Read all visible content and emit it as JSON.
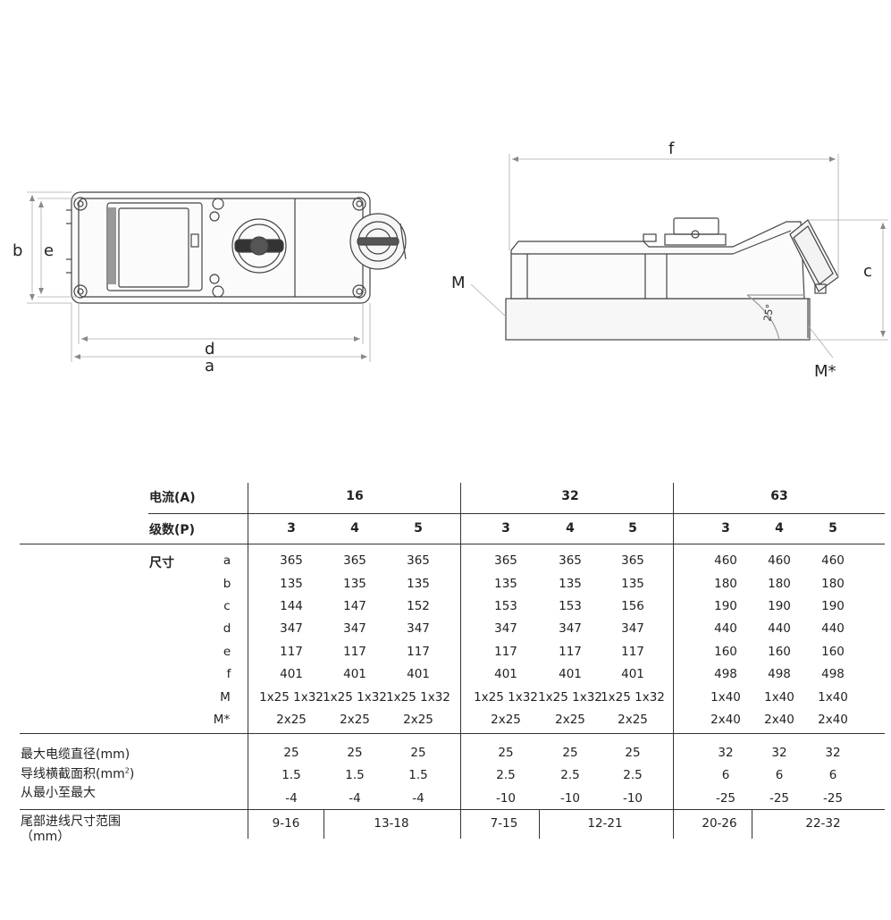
{
  "front_view": {
    "dim_labels": {
      "b": "b",
      "e": "e",
      "d": "d",
      "a": "a"
    }
  },
  "side_view": {
    "dim_labels": {
      "f": "f",
      "c": "c",
      "M": "M",
      "Mstar": "M*",
      "angle": "25°"
    }
  },
  "table": {
    "header": {
      "current_label": "电流(A)",
      "poles_label": "级数(P)",
      "groups": [
        "16",
        "32",
        "63"
      ],
      "poles": [
        "3",
        "4",
        "5",
        "3",
        "4",
        "5",
        "3",
        "4",
        "5"
      ]
    },
    "dimension_label": "尺寸",
    "dim_rows": [
      {
        "key": "a",
        "values": [
          "365",
          "365",
          "365",
          "365",
          "365",
          "365",
          "460",
          "460",
          "460"
        ]
      },
      {
        "key": "b",
        "values": [
          "135",
          "135",
          "135",
          "135",
          "135",
          "135",
          "180",
          "180",
          "180"
        ]
      },
      {
        "key": "c",
        "values": [
          "144",
          "147",
          "152",
          "153",
          "153",
          "156",
          "190",
          "190",
          "190"
        ]
      },
      {
        "key": "d",
        "values": [
          "347",
          "347",
          "347",
          "347",
          "347",
          "347",
          "440",
          "440",
          "440"
        ]
      },
      {
        "key": "e",
        "values": [
          "117",
          "117",
          "117",
          "117",
          "117",
          "117",
          "160",
          "160",
          "160"
        ]
      },
      {
        "key": "f",
        "values": [
          "401",
          "401",
          "401",
          "401",
          "401",
          "401",
          "498",
          "498",
          "498"
        ]
      },
      {
        "key": "M",
        "values": [
          "1x25 1x32",
          "1x25 1x32",
          "1x25 1x32",
          "1x25 1x32",
          "1x25 1x32",
          "1x25 1x32",
          "1x40",
          "1x40",
          "1x40"
        ]
      },
      {
        "key": "M*",
        "values": [
          "2x25",
          "2x25",
          "2x25",
          "2x25",
          "2x25",
          "2x25",
          "2x40",
          "2x40",
          "2x40"
        ]
      }
    ],
    "cable": {
      "label1": "最大电缆直径(mm)",
      "label2_pre": "导线横截面积(mm",
      "label2_sup": "2",
      "label2_post": ")",
      "label3": "从最小至最大",
      "row1": [
        "25",
        "25",
        "25",
        "25",
        "25",
        "25",
        "32",
        "32",
        "32"
      ],
      "row2": [
        "1.5",
        "1.5",
        "1.5",
        "2.5",
        "2.5",
        "2.5",
        "6",
        "6",
        "6"
      ],
      "row3": [
        "-4",
        "-4",
        "-4",
        "-10",
        "-10",
        "-10",
        "-25",
        "-25",
        "-25"
      ]
    },
    "tail": {
      "label1": "尾部进线尺寸范围",
      "label2": "（mm）",
      "ranges": [
        "9-16",
        "13-18",
        "7-15",
        "12-21",
        "20-26",
        "22-32"
      ]
    }
  }
}
